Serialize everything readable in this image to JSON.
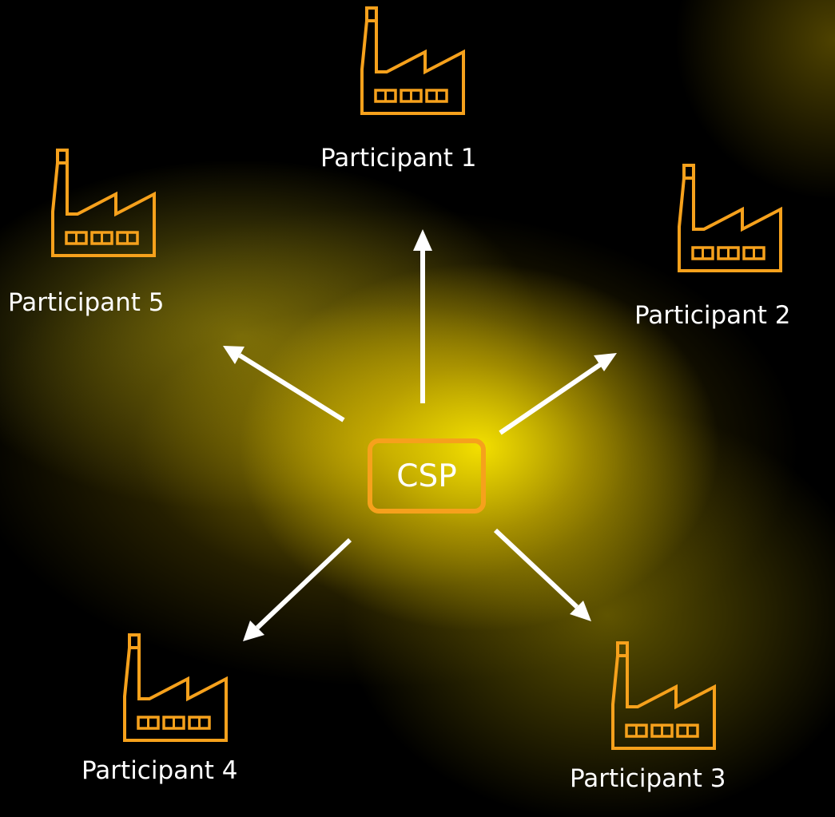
{
  "center": {
    "label": "CSP"
  },
  "participants": [
    {
      "label": "Participant 1",
      "icon": "factory-icon"
    },
    {
      "label": "Participant 2",
      "icon": "factory-icon"
    },
    {
      "label": "Participant 3",
      "icon": "factory-icon"
    },
    {
      "label": "Participant 4",
      "icon": "factory-icon"
    },
    {
      "label": "Participant 5",
      "icon": "factory-icon"
    }
  ],
  "colors": {
    "accent": "#f6a11c",
    "arrow": "#ffffff",
    "text": "#ffffff",
    "background": "#000000",
    "glow": "#f5e000"
  }
}
